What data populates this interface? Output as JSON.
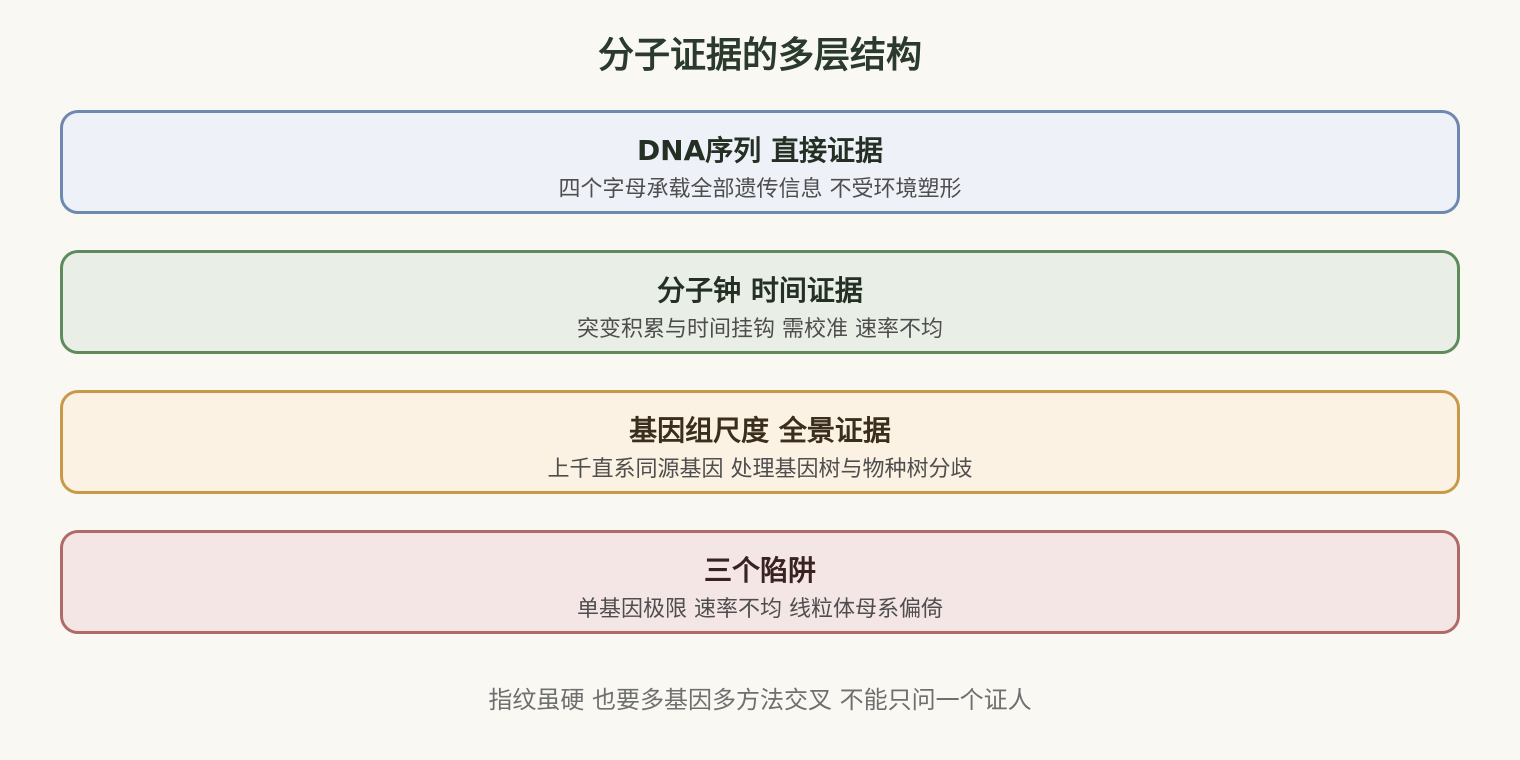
{
  "title": "分子证据的多层结构",
  "layers": [
    {
      "title": "DNA序列 直接证据",
      "subtitle": "四个字母承载全部遗传信息 不受环境塑形",
      "border_color": "#6e88b0",
      "fill_color": "#eef1f7",
      "title_color": "#253025"
    },
    {
      "title": "分子钟 时间证据",
      "subtitle": "突变积累与时间挂钩 需校准 速率不均",
      "border_color": "#5f8a5c",
      "fill_color": "#e9efe6",
      "title_color": "#253025"
    },
    {
      "title": "基因组尺度 全景证据",
      "subtitle": "上千直系同源基因 处理基因树与物种树分歧",
      "border_color": "#c9994a",
      "fill_color": "#fcf2e3",
      "title_color": "#3a2e1c"
    },
    {
      "title": "三个陷阱",
      "subtitle": "单基因极限 速率不均 线粒体母系偏倚",
      "border_color": "#b06a6a",
      "fill_color": "#f4e6e5",
      "title_color": "#3a2222"
    }
  ],
  "footer": "指纹虽硬 也要多基因多方法交叉 不能只问一个证人"
}
